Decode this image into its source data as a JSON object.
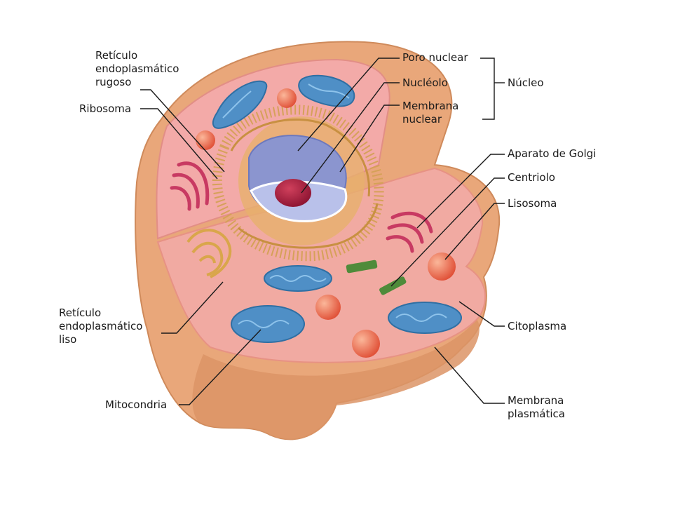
{
  "labels": {
    "rer": [
      "Retículo",
      "endoplasmático",
      "rugoso"
    ],
    "ribosoma": "Ribosoma",
    "poro": "Poro nuclear",
    "nucleolo": "Nucléolo",
    "membrana_nuclear": [
      "Membrana",
      "nuclear"
    ],
    "nucleo": "Núcleo",
    "golgi": "Aparato de Golgi",
    "centriolo": "Centriolo",
    "lisosoma": "Lisosoma",
    "rel": [
      "Retículo",
      "endoplasmático",
      "liso"
    ],
    "citoplasma": "Citoplasma",
    "mitocondria": "Mitocondria",
    "membrana_plasmatica": [
      "Membrana",
      "plasmática"
    ]
  },
  "colors": {
    "cell_outer": "#e9a77a",
    "cytoplasm": "#f1aaa2",
    "nucleus": "#f3aaa8",
    "mitochondria": "#4f8fc6",
    "golgi": "#c83a62",
    "lysosome": "#e2573e",
    "centriole": "#4f8b3a",
    "rer": "#d4a055",
    "nucleolus": "#a01a38",
    "nuclear_envelope": "#9aa3d8"
  }
}
